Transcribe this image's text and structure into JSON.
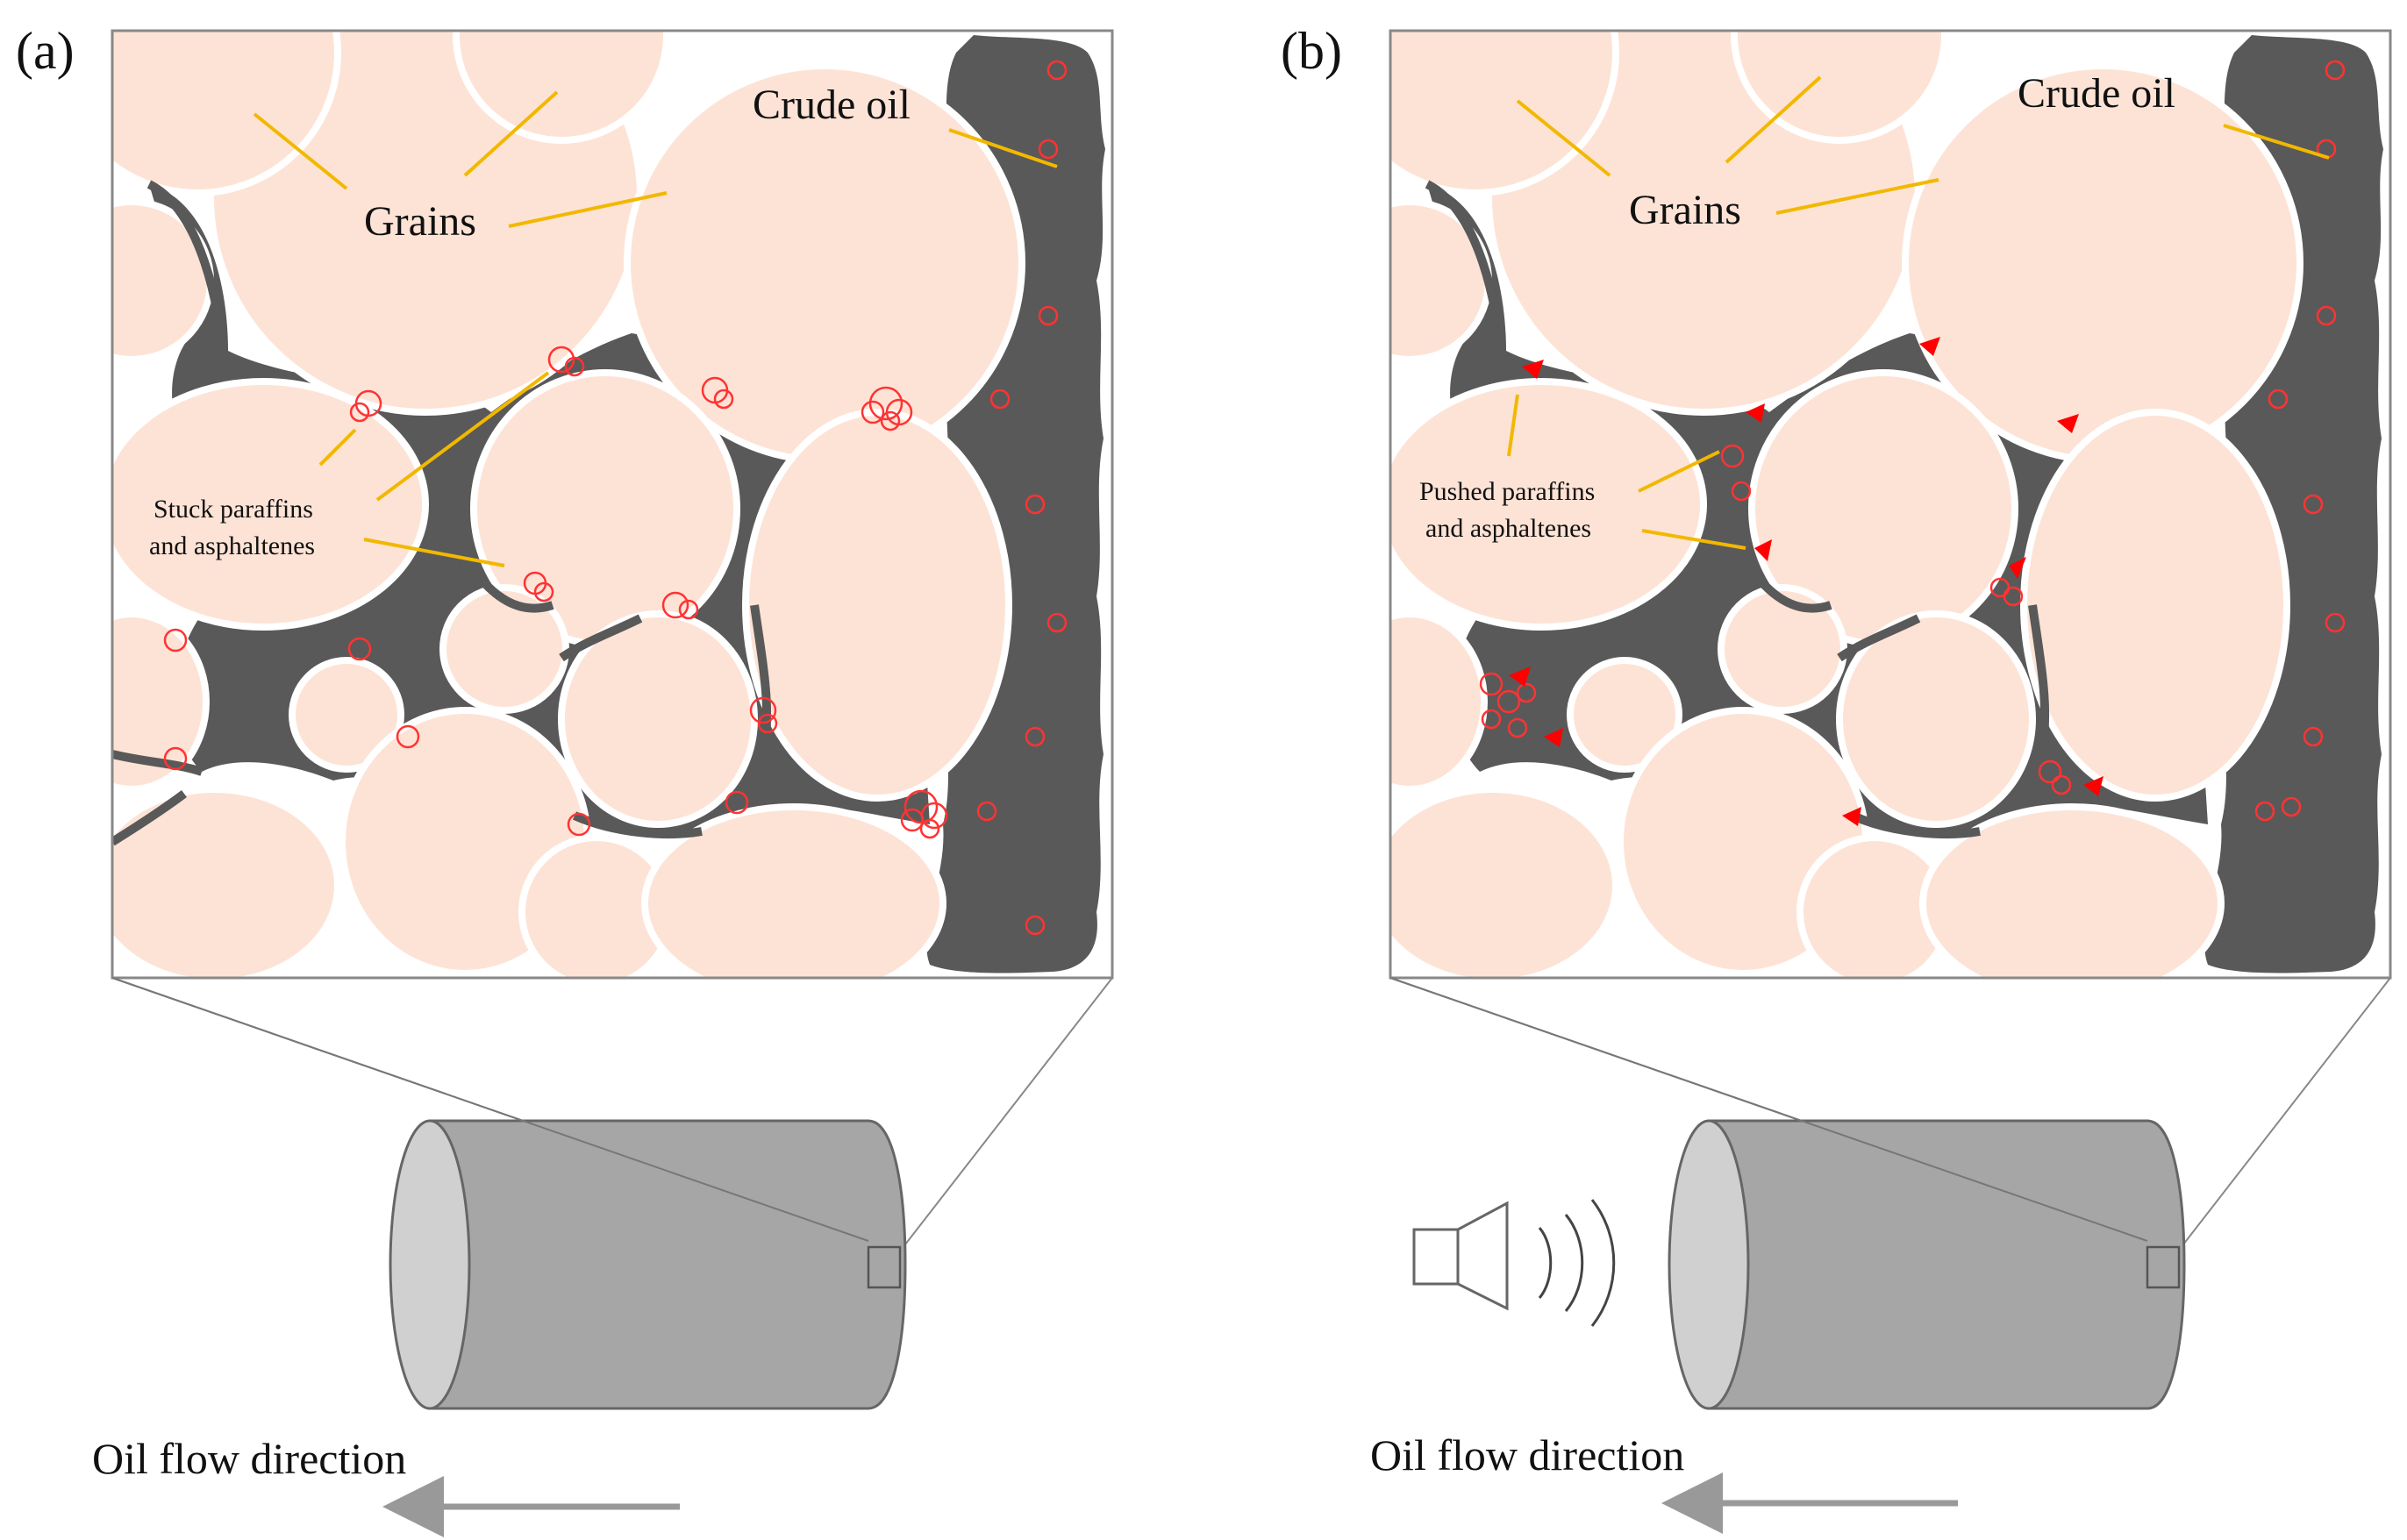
{
  "panels": [
    {
      "label": "(a)",
      "grains_label": "Grains",
      "crude_oil_label": "Crude oil",
      "particle_label_line1": "Stuck paraffins",
      "particle_label_line2": "and asphaltenes",
      "flow_label": "Oil flow direction"
    },
    {
      "label": "(b)",
      "grains_label": "Grains",
      "crude_oil_label": "Crude oil",
      "particle_label_line1": "Pushed paraffins",
      "particle_label_line2": "and asphaltenes",
      "flow_label": "Oil flow direction"
    }
  ],
  "colors": {
    "grain": "#fde3d6",
    "oil": "#595959",
    "leader_line": "#f2b800",
    "particle": "#ff3333",
    "arrow": "#ff0000",
    "cylinder_body": "#a6a6a6",
    "cylinder_face": "#d0d0d0",
    "flow_arrow": "#999999"
  },
  "icons": {
    "ultrasound_source": "speaker-icon",
    "sound_waves": "sound-wave-icon"
  }
}
